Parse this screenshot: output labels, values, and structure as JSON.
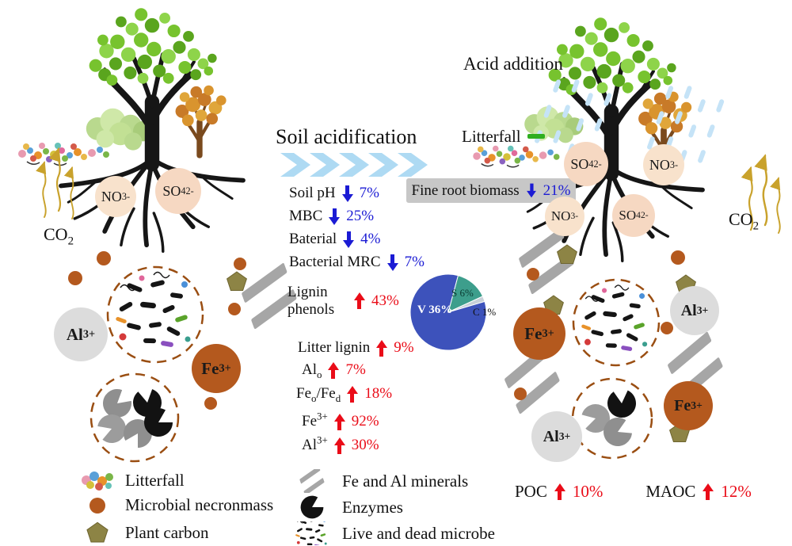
{
  "figure": {
    "title": "Soil acidification"
  },
  "colors": {
    "increase": "#ea0c18",
    "decrease": "#1b1bd4",
    "chevron": "#aedaf3",
    "necromass": "#b4591e",
    "fe_circle": "#b4591e",
    "al_circle": "#dcdcdc",
    "pentagon": "#8d8445",
    "mineral": "#a6a6a6"
  },
  "left_panel": {
    "no3": "NO_3_^-^",
    "so4": "SO_4_^2-^",
    "co2": "CO_2_",
    "al": "Al^3+^",
    "fe": "Fe^3+^"
  },
  "right_panel": {
    "acid_addition": "Acid addition",
    "litterfall_label": "Litterfall",
    "fine_root_label": "Fine root biomass",
    "fine_root_value": "21%",
    "so4_top": "SO_4_^2-^",
    "no3_top": "NO_3_^-^",
    "no3_mid": "NO_3_^-^",
    "so4_mid": "SO_4_^2-^",
    "co2": "CO_2_",
    "fe_upper": "Fe^3+^",
    "al_upper": "Al^3+^",
    "al_lower": "Al^3+^",
    "fe_lower": "Fe^3+^",
    "poc_label": "POC",
    "poc_value": "10%",
    "maoc_label": "MAOC",
    "maoc_value": "12%"
  },
  "stats": [
    {
      "label": "Soil pH",
      "direction": "down",
      "value": "7%"
    },
    {
      "label": "MBC",
      "direction": "down",
      "value": "25%"
    },
    {
      "label": "Baterial",
      "direction": "down",
      "value": "4%"
    },
    {
      "label": "Bacterial MRC",
      "direction": "down",
      "value": "7%"
    },
    {
      "label": "Lignin phenols",
      "direction": "up",
      "value": "43%"
    },
    {
      "label": "Litter lignin",
      "direction": "up",
      "value": "9%"
    },
    {
      "label": "Al_o_",
      "direction": "up",
      "value": "7%"
    },
    {
      "label": "Fe_o_/Fe_d_",
      "direction": "up",
      "value": "18%"
    },
    {
      "label": "Fe^3+^",
      "direction": "up",
      "value": "92%"
    },
    {
      "label": "Al^3+^",
      "direction": "up",
      "value": "30%"
    }
  ],
  "pie": {
    "v_label": "V 36%",
    "s_label": "S 6%",
    "c_label": "C 1%"
  },
  "chart_data": {
    "type": "pie",
    "labels": [
      "V",
      "S",
      "C"
    ],
    "values": [
      36,
      6,
      1
    ],
    "unit": "%",
    "colors": [
      "#3d52bb",
      "#3d9e8c",
      "#c8d0d8"
    ],
    "legend_position": "inside"
  },
  "legend": {
    "items": [
      {
        "label": "Litterfall"
      },
      {
        "label": "Microbial necronmass"
      },
      {
        "label": "Plant carbon"
      },
      {
        "label": "Fe and Al minerals"
      },
      {
        "label": "Enzymes"
      },
      {
        "label": "Live and dead microbe"
      }
    ]
  }
}
